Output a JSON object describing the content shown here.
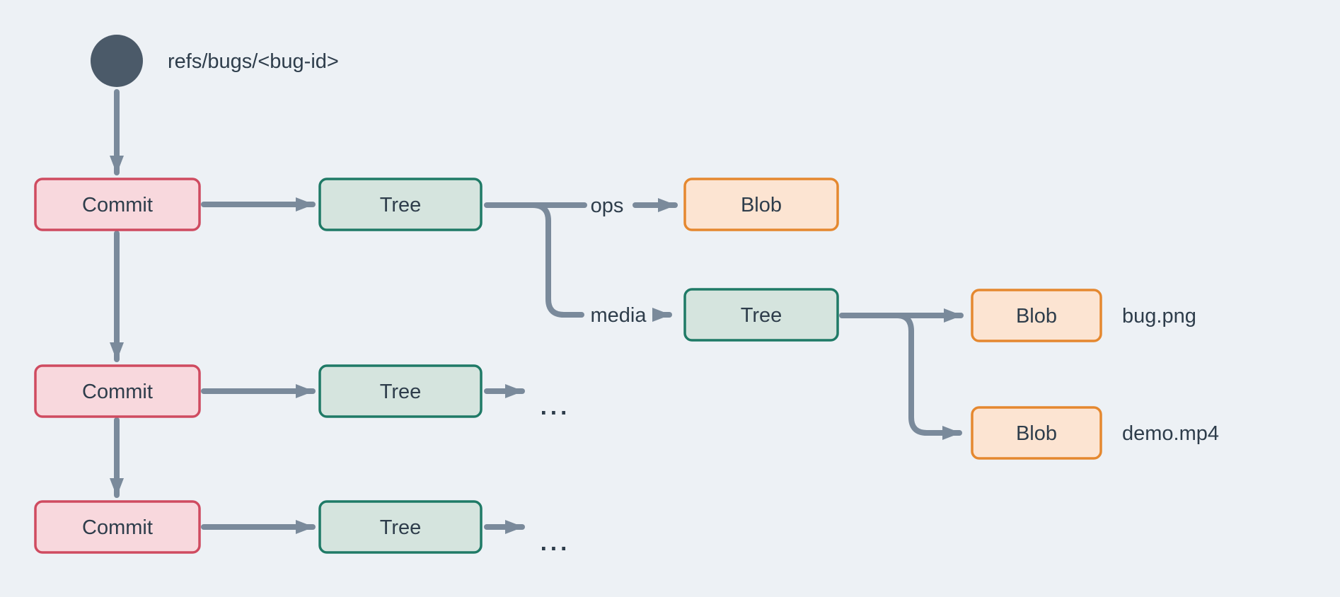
{
  "colors": {
    "background": "#edf1f5",
    "edge": "#7a8a9b",
    "text": "#2e3d4b",
    "ref_circle": "#4b5a69",
    "commit_fill": "#f8d8dd",
    "commit_border": "#cf4b60",
    "tree_fill": "#d5e4de",
    "tree_border": "#1f7a66",
    "blob_fill": "#fce4d2",
    "blob_border": "#e5882f"
  },
  "ref": {
    "label": "refs/bugs/<bug-id>"
  },
  "nodes": {
    "commit_row1": "Commit",
    "commit_row2": "Commit",
    "commit_row3": "Commit",
    "tree_row1": "Tree",
    "tree_row2": "Tree",
    "tree_row3": "Tree",
    "tree_media": "Tree",
    "blob_ops": "Blob",
    "blob_bug_png": "Blob",
    "blob_demo_mp4": "Blob"
  },
  "edge_labels": {
    "ops": "ops",
    "media": "media"
  },
  "file_labels": {
    "bug_png": "bug.png",
    "demo_mp4": "demo.mp4"
  },
  "ellipsis": {
    "row2": "...",
    "row3": "..."
  }
}
